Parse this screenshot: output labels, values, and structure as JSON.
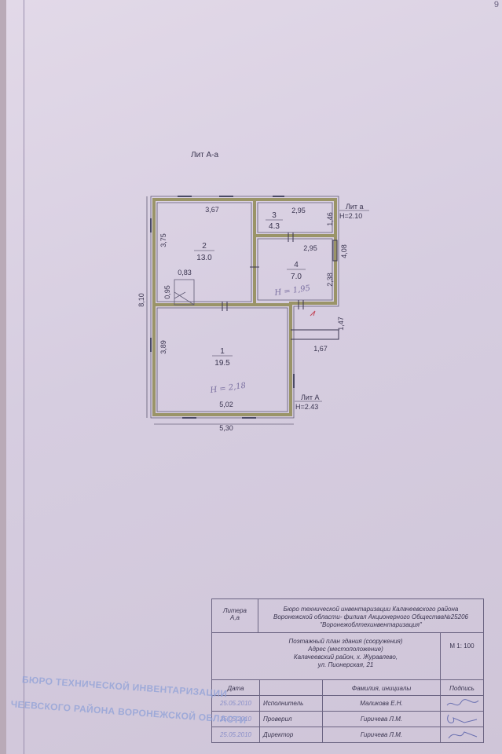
{
  "page_number": "9",
  "heading": "Лит А-а",
  "rooms": [
    {
      "id": "1",
      "area": "19.5"
    },
    {
      "id": "2",
      "area": "13.0"
    },
    {
      "id": "3",
      "area": "4.3"
    },
    {
      "id": "4",
      "area": "7.0"
    }
  ],
  "dimensions": {
    "d_367": "3,67",
    "d_375": "3,75",
    "d_083": "0,83",
    "d_095": "0,95",
    "d_810": "8,10",
    "d_389": "3,89",
    "d_502": "5,02",
    "d_530": "5,30",
    "d_295_top": "2,95",
    "d_295_mid": "2,95",
    "d_146": "1,46",
    "d_408": "4,08",
    "d_238": "2,38",
    "d_147": "1,47",
    "d_167": "1,67"
  },
  "labels": {
    "lit_a_small": "Лит а",
    "h_small": "H=2.10",
    "lit_a_big": "Лит А",
    "h_big": "H=2.43"
  },
  "handwritten": {
    "h_room4": "H = 1,95",
    "h_room1": "H = 2,18"
  },
  "stamp": {
    "litera_label": "Литера",
    "litera_value": "А,а",
    "bureau_line1": "Бюро технической инвентаризации Калачеевского района",
    "bureau_line2": "Воронежской области- филиал Акционерного Общества№25206",
    "bureau_line3": "\"Воронежоблтехинвентаризация\"",
    "plan_line1": "Поэтажный план здания (сооружения)",
    "plan_line2": "Адрес (местоположение)",
    "plan_line3": "Калачеевский район, х. Журавлево,",
    "plan_line4": "ул. Пионерская, 21",
    "scale": "М 1: 100",
    "col_date": "Дата",
    "col_name": "Фамилия, инициалы",
    "col_sign": "Подпись",
    "rows": [
      {
        "date": "25.05.2010",
        "role": "Исполнитель",
        "name": "Маликова Е.Н."
      },
      {
        "date": "25.05.2010",
        "role": "Проверил",
        "name": "Гиричева Л.М."
      },
      {
        "date": "25.05.2010",
        "role": "Директор",
        "name": "Гиричева Л.М."
      }
    ]
  },
  "ink_stamp": {
    "line1": "БЮРО ТЕХНИЧЕСКОЙ ИНВЕНТАРИЗАЦИИ",
    "line2": "ЧЕЕВСКОГО РАЙОНА ВОРОНЕЖСКОЙ ОБЛАСТИ"
  }
}
